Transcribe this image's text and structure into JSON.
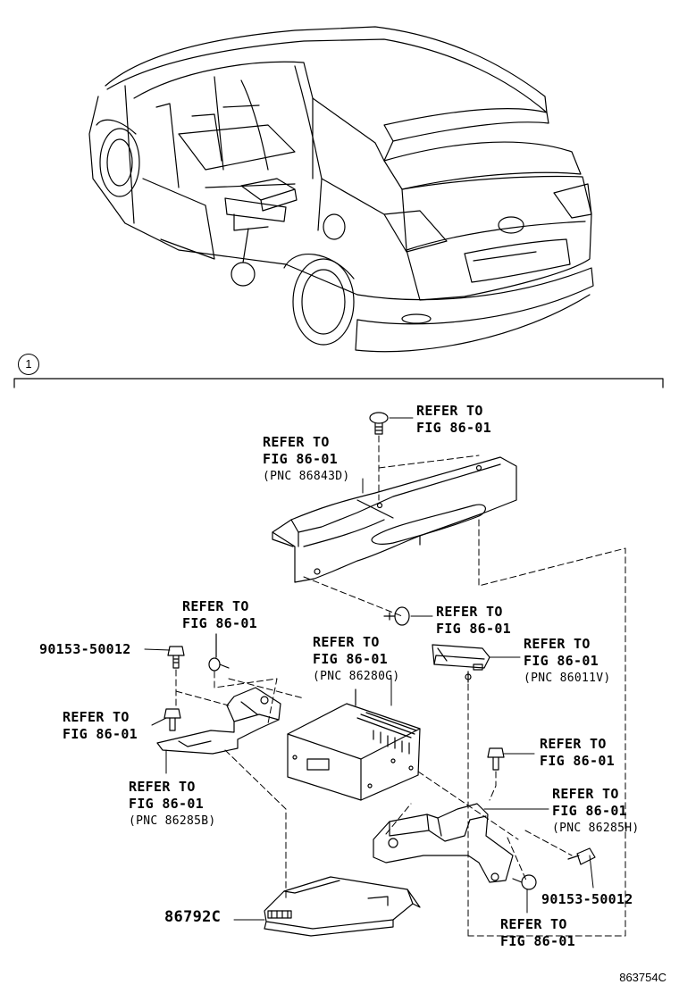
{
  "figure_code": "863754C",
  "view_marker": "1",
  "labels": {
    "l1": {
      "line1": "REFER TO",
      "line2": "FIG 86-01"
    },
    "l2": {
      "line1": "REFER TO",
      "line2": "FIG 86-01",
      "line3": "(PNC 86843D)"
    },
    "l3": {
      "line1": "REFER TO",
      "line2": "FIG 86-01"
    },
    "l4": {
      "line1": "REFER TO",
      "line2": "FIG 86-01"
    },
    "l5": {
      "line1": "REFER TO",
      "line2": "FIG 86-01",
      "line3": "(PNC 86280G)"
    },
    "l6": {
      "line1": "REFER TO",
      "line2": "FIG 86-01",
      "line3": "(PNC 86011V)"
    },
    "l7": {
      "line1": "90153-50012"
    },
    "l8": {
      "line1": "REFER TO",
      "line2": "FIG 86-01"
    },
    "l9": {
      "line1": "REFER TO",
      "line2": "FIG 86-01"
    },
    "l10": {
      "line1": "REFER TO",
      "line2": "FIG 86-01",
      "line3": "(PNC 86285B)"
    },
    "l11": {
      "line1": "REFER TO",
      "line2": "FIG 86-01",
      "line3": "(PNC 86285H)"
    },
    "l12": {
      "line1": "90153-50012"
    },
    "l13": {
      "line1": "86792C"
    },
    "l14": {
      "line1": "REFER TO",
      "line2": "FIG 86-01"
    }
  }
}
